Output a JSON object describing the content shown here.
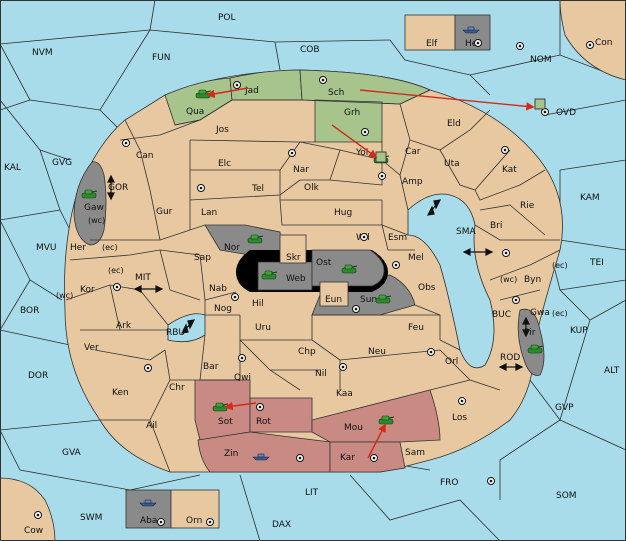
{
  "map": {
    "seas": [
      {
        "id": "POL",
        "label": "POL"
      },
      {
        "id": "NVM",
        "label": "NVM"
      },
      {
        "id": "FUN",
        "label": "FUN"
      },
      {
        "id": "COB",
        "label": "COB"
      },
      {
        "id": "NOM",
        "label": "NOM"
      },
      {
        "id": "Con",
        "label": "Con"
      },
      {
        "id": "OVD",
        "label": "OVD"
      },
      {
        "id": "KAL",
        "label": "KAL"
      },
      {
        "id": "GVG",
        "label": "GVG"
      },
      {
        "id": "GOR",
        "label": "GOR"
      },
      {
        "id": "MVU",
        "label": "MVU"
      },
      {
        "id": "BOR",
        "label": "BOR"
      },
      {
        "id": "DOR",
        "label": "DOR"
      },
      {
        "id": "MIT",
        "label": "MIT"
      },
      {
        "id": "RBU",
        "label": "RBU"
      },
      {
        "id": "GVA",
        "label": "GVA"
      },
      {
        "id": "SWM",
        "label": "SWM"
      },
      {
        "id": "Cow",
        "label": "Cow"
      },
      {
        "id": "DAX",
        "label": "DAX"
      },
      {
        "id": "LIT",
        "label": "LIT"
      },
      {
        "id": "FRO",
        "label": "FRO"
      },
      {
        "id": "SOM",
        "label": "SOM"
      },
      {
        "id": "GVP",
        "label": "GVP"
      },
      {
        "id": "ALT",
        "label": "ALT"
      },
      {
        "id": "KUP",
        "label": "KUP"
      },
      {
        "id": "TEI",
        "label": "TEI"
      },
      {
        "id": "KAM",
        "label": "KAM"
      },
      {
        "id": "SMA",
        "label": "SMA"
      },
      {
        "id": "BUC",
        "label": "BUC"
      },
      {
        "id": "ROD",
        "label": "ROD"
      }
    ],
    "lands": [
      {
        "id": "Jad",
        "label": "Jad"
      },
      {
        "id": "Sch",
        "label": "Sch"
      },
      {
        "id": "Qua",
        "label": "Qua"
      },
      {
        "id": "Jos",
        "label": "Jos"
      },
      {
        "id": "Grh",
        "label": "Grh"
      },
      {
        "id": "Eld",
        "label": "Eld"
      },
      {
        "id": "Can",
        "label": "Can"
      },
      {
        "id": "Elc",
        "label": "Elc"
      },
      {
        "id": "Nar",
        "label": "Nar"
      },
      {
        "id": "Yol",
        "label": "Yol"
      },
      {
        "id": "Car",
        "label": "Car"
      },
      {
        "id": "Uta",
        "label": "Uta"
      },
      {
        "id": "Kat",
        "label": "Kat"
      },
      {
        "id": "Gaw",
        "label": "Gaw"
      },
      {
        "id": "Tel",
        "label": "Tel"
      },
      {
        "id": "Olk",
        "label": "Olk"
      },
      {
        "id": "Amp",
        "label": "Amp"
      },
      {
        "id": "Gur",
        "label": "Gur"
      },
      {
        "id": "Lan",
        "label": "Lan"
      },
      {
        "id": "Hug",
        "label": "Hug"
      },
      {
        "id": "Rie",
        "label": "Rie"
      },
      {
        "id": "Bri",
        "label": "Bri"
      },
      {
        "id": "Nor",
        "label": "Nor"
      },
      {
        "id": "Wil",
        "label": "Wil"
      },
      {
        "id": "Esm",
        "label": "Esm"
      },
      {
        "id": "Her",
        "label": "Her"
      },
      {
        "id": "Skr",
        "label": "Skr"
      },
      {
        "id": "Sap",
        "label": "Sap"
      },
      {
        "id": "Ost",
        "label": "Ost"
      },
      {
        "id": "Mel",
        "label": "Mel"
      },
      {
        "id": "Web",
        "label": "Web"
      },
      {
        "id": "Byn",
        "label": "Byn"
      },
      {
        "id": "Kor",
        "label": "Kor"
      },
      {
        "id": "Nab",
        "label": "Nab"
      },
      {
        "id": "Obs",
        "label": "Obs"
      },
      {
        "id": "Eun",
        "label": "Eun"
      },
      {
        "id": "Sun",
        "label": "Sun"
      },
      {
        "id": "Gwa",
        "label": "Gwa"
      },
      {
        "id": "Ark",
        "label": "Ark"
      },
      {
        "id": "Hil",
        "label": "Hil"
      },
      {
        "id": "Nog",
        "label": "Nog"
      },
      {
        "id": "Pir",
        "label": "Pir"
      },
      {
        "id": "Uru",
        "label": "Uru"
      },
      {
        "id": "Feu",
        "label": "Feu"
      },
      {
        "id": "Ver",
        "label": "Ver"
      },
      {
        "id": "Chp",
        "label": "Chp"
      },
      {
        "id": "Neu",
        "label": "Neu"
      },
      {
        "id": "Bar",
        "label": "Bar"
      },
      {
        "id": "Orl",
        "label": "Orl"
      },
      {
        "id": "Qwi",
        "label": "Qwi"
      },
      {
        "id": "Nil",
        "label": "Nil"
      },
      {
        "id": "Chr",
        "label": "Chr"
      },
      {
        "id": "Ken",
        "label": "Ken"
      },
      {
        "id": "Kaa",
        "label": "Kaa"
      },
      {
        "id": "Sot",
        "label": "Sot"
      },
      {
        "id": "Rot",
        "label": "Rot"
      },
      {
        "id": "Los",
        "label": "Los"
      },
      {
        "id": "Ail",
        "label": "Ail"
      },
      {
        "id": "Mou",
        "label": "Mou"
      },
      {
        "id": "Zin",
        "label": "Zin"
      },
      {
        "id": "Kar",
        "label": "Kar"
      },
      {
        "id": "Sam",
        "label": "Sam"
      },
      {
        "id": "Elf",
        "label": "Elf"
      },
      {
        "id": "Hel",
        "label": "Hel"
      },
      {
        "id": "Aba",
        "label": "Aba"
      },
      {
        "id": "Orn",
        "label": "Orn"
      }
    ],
    "coast_tags": [
      "(wc)",
      "(ec)",
      "(ec)",
      "(wc)",
      "(wc)",
      "(ec)",
      "(ec)"
    ],
    "colors": {
      "sea": "#a8dcea",
      "neutral_land": "#e7c8a0",
      "green_power": "#a7c48d",
      "red_power": "#c98a84",
      "grey_power": "#8a8a8a",
      "order_arrow": "#d42a1a",
      "army_green": "#2f8a2f",
      "fleet": "#3c5a8c"
    },
    "icons": [
      "tank-icon",
      "ship-icon",
      "supply-center-icon",
      "two-way-arrow-icon",
      "order-arrow-icon",
      "dislodged-box-icon"
    ]
  }
}
